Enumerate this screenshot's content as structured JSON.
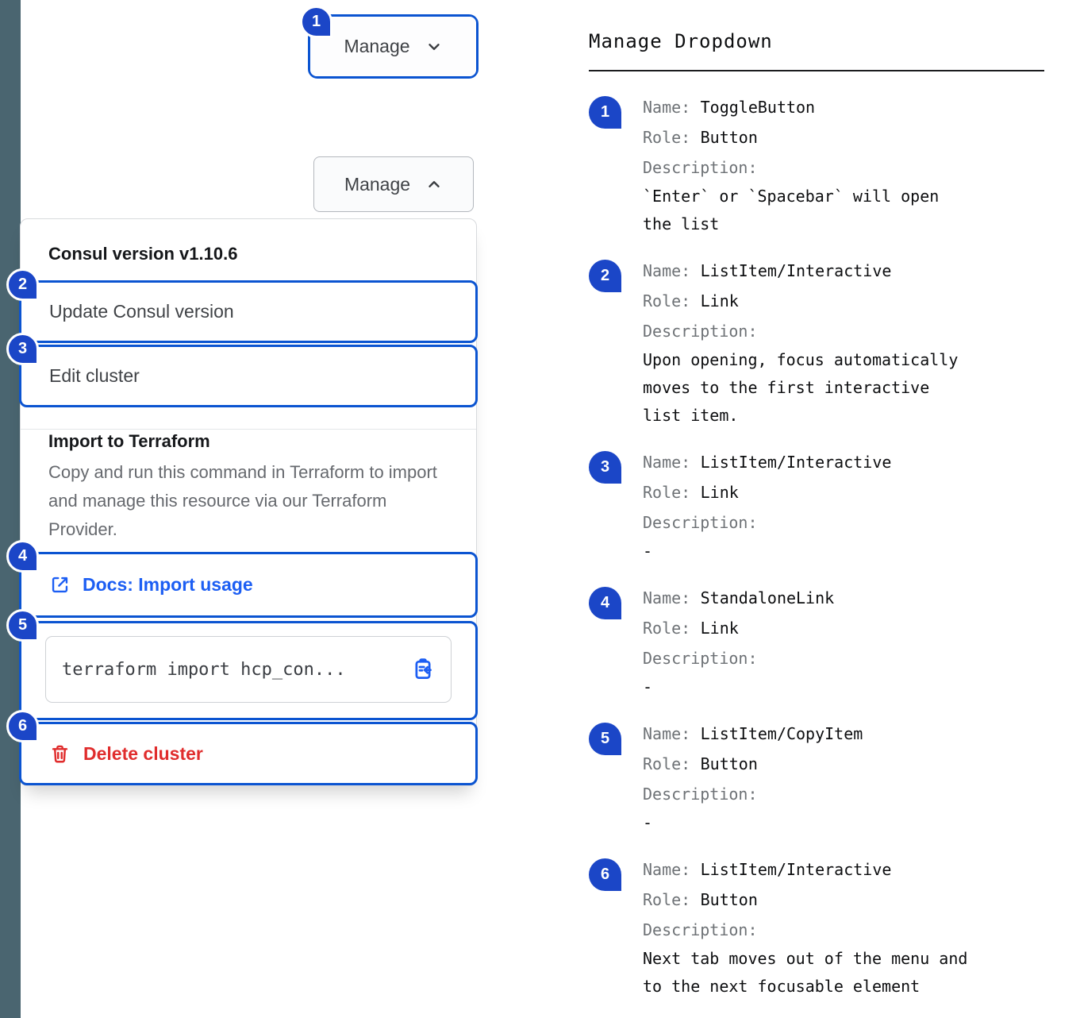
{
  "colors": {
    "badge": "#1b46c7",
    "outline": "#0b54d1",
    "link": "#1c5ef3",
    "danger": "#e02d2d",
    "sidebar": "#4a6570",
    "text": "#3f4246",
    "heading": "#15171a",
    "muted": "#66696e",
    "label": "#6e7276",
    "value": "#0d0e10"
  },
  "left": {
    "toggle_button": {
      "label": "Manage",
      "badge": "1"
    },
    "open_button": {
      "label": "Manage"
    },
    "dropdown": {
      "version_header": "Consul version v1.10.6",
      "update_item": {
        "label": "Update Consul version",
        "badge": "2"
      },
      "edit_item": {
        "label": "Edit cluster",
        "badge": "3"
      },
      "import_section": {
        "title": "Import to Terraform",
        "description": "Copy and run this command in Terraform to import and manage this resource via our Terraform Provider.",
        "docs_link": {
          "label": "Docs: Import usage",
          "badge": "4"
        },
        "code_item": {
          "command": "terraform import hcp_con...",
          "badge": "5"
        },
        "delete_item": {
          "label": "Delete cluster",
          "badge": "6"
        }
      }
    }
  },
  "right": {
    "title": "Manage Dropdown",
    "labels": {
      "name": "Name:",
      "role": "Role:",
      "description": "Description:"
    },
    "items": [
      {
        "num": "1",
        "name": "ToggleButton",
        "role": "Button",
        "description": "`Enter` or `Spacebar` will open the list"
      },
      {
        "num": "2",
        "name": "ListItem/Interactive",
        "role": "Link",
        "description": "Upon opening, focus automatically moves to the first interactive list item."
      },
      {
        "num": "3",
        "name": "ListItem/Interactive",
        "role": "Link",
        "description": "-"
      },
      {
        "num": "4",
        "name": "StandaloneLink",
        "role": "Link",
        "description": "-"
      },
      {
        "num": "5",
        "name": "ListItem/CopyItem",
        "role": "Button",
        "description": "-"
      },
      {
        "num": "6",
        "name": "ListItem/Interactive",
        "role": "Button",
        "description": "Next tab moves out of the menu and to the next focusable element"
      }
    ]
  }
}
